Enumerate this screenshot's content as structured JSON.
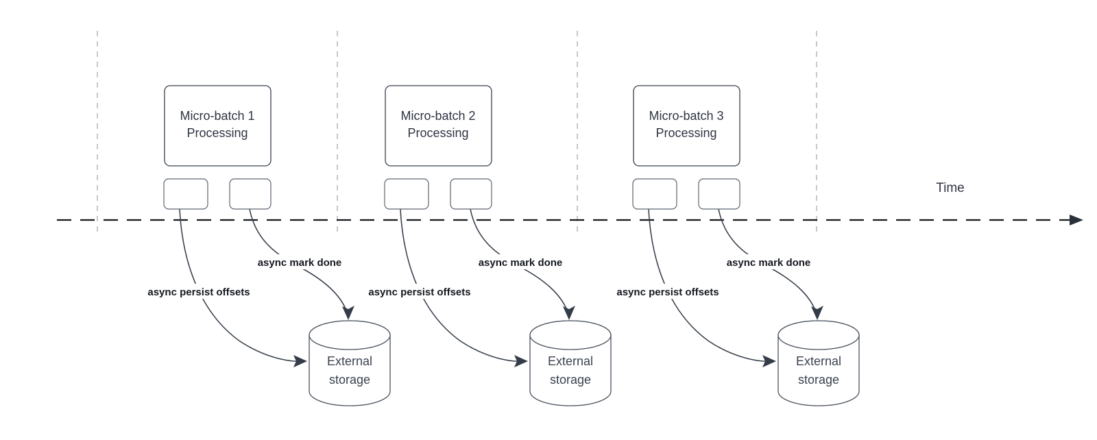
{
  "diagram": {
    "time_axis_label": "Time",
    "batches": [
      {
        "title_line1": "Micro-batch 1",
        "title_line2": "Processing",
        "persist_arrow_label": "async persist offsets",
        "done_arrow_label": "async mark done",
        "storage_line1": "External",
        "storage_line2": "storage"
      },
      {
        "title_line1": "Micro-batch 2",
        "title_line2": "Processing",
        "persist_arrow_label": "async persist offsets",
        "done_arrow_label": "async mark done",
        "storage_line1": "External",
        "storage_line2": "storage"
      },
      {
        "title_line1": "Micro-batch 3",
        "title_line2": "Processing",
        "persist_arrow_label": "async persist offsets",
        "done_arrow_label": "async mark done",
        "storage_line1": "External",
        "storage_line2": "storage"
      }
    ],
    "colors": {
      "shape_stroke": "#39404d",
      "curve_stroke": "#39414d",
      "axis_color": "#15181d",
      "grid_line": "#adb1b8",
      "node_text": "#2e3442",
      "label_text": "#14181f",
      "background": "#ffffff"
    }
  }
}
